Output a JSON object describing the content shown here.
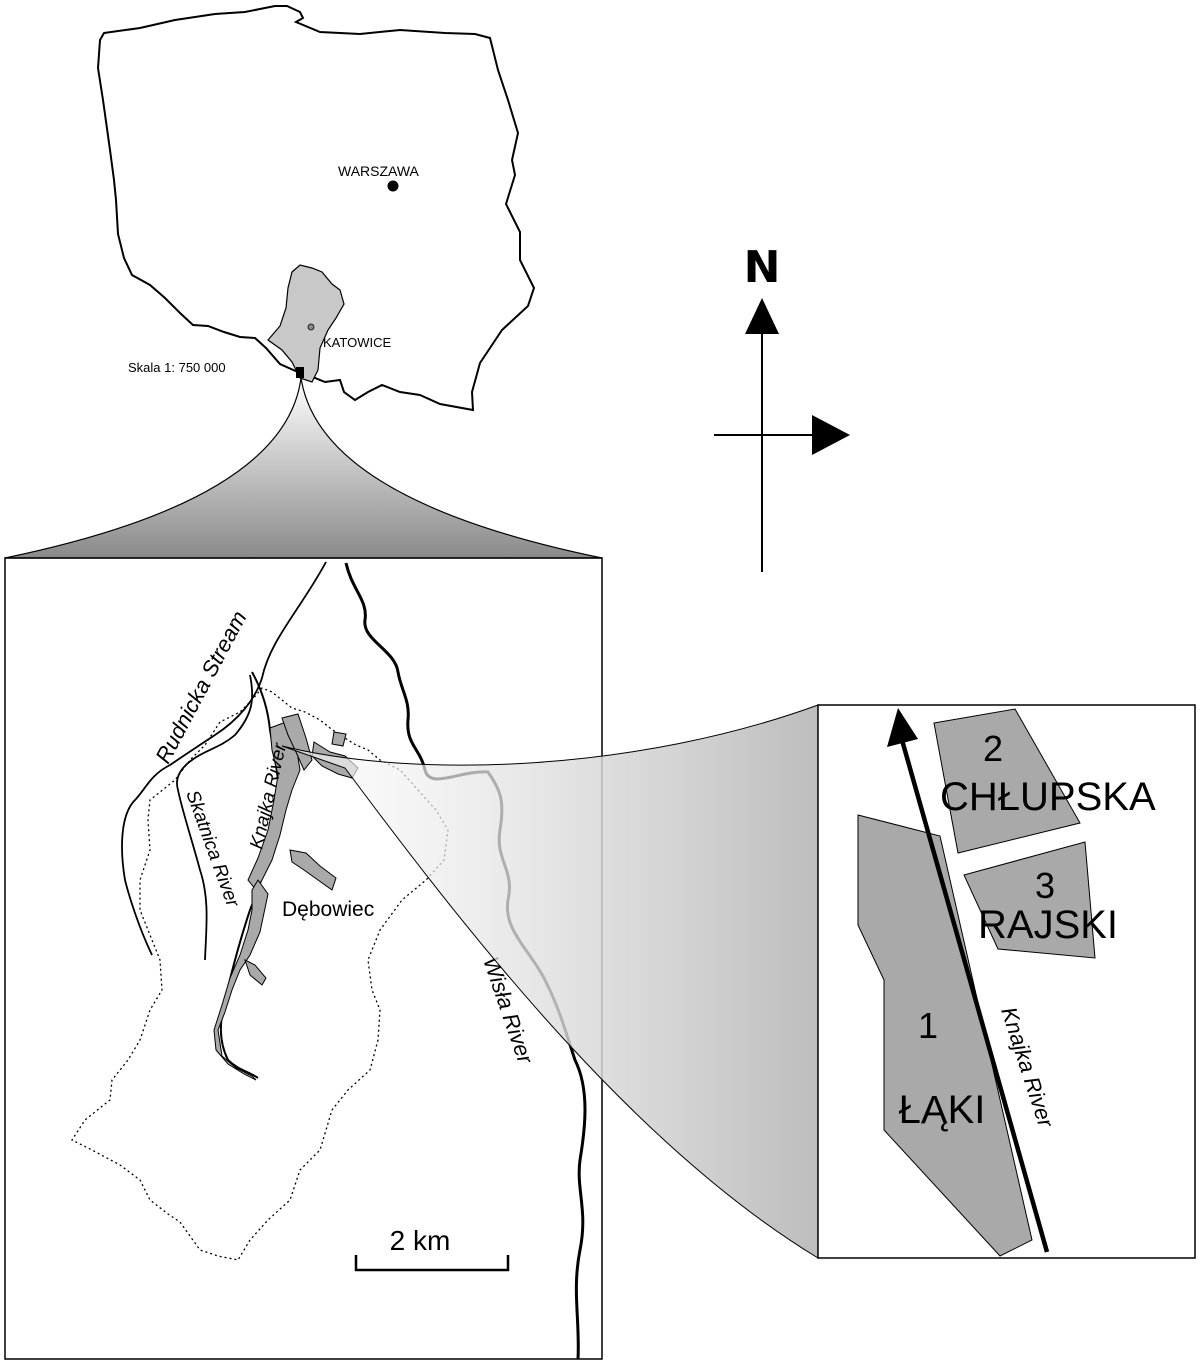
{
  "overview_map": {
    "capital_label": "WARSZAWA",
    "city_label": "KATOWICE",
    "scale_label": "Skala 1: 750 000"
  },
  "north_arrow": {
    "label": "N"
  },
  "study_area_map": {
    "rivers": {
      "rudnicka": "Rudnicka Stream",
      "skatnica": "Skatnica River",
      "knajka": "Knajka River",
      "wisla": "Wisła River"
    },
    "town_label": "Dębowiec",
    "scale_bar_label": "2 km"
  },
  "detail_map": {
    "river_label": "Knajka River",
    "ponds": [
      {
        "number": "1",
        "name": "ŁĄKI"
      },
      {
        "number": "2",
        "name": "CHŁUPSKA"
      },
      {
        "number": "3",
        "name": "RAJSKI"
      }
    ]
  },
  "colors": {
    "region_fill": "#c8c8c8",
    "pond_fill": "#a9a9a9",
    "line": "#000000"
  }
}
